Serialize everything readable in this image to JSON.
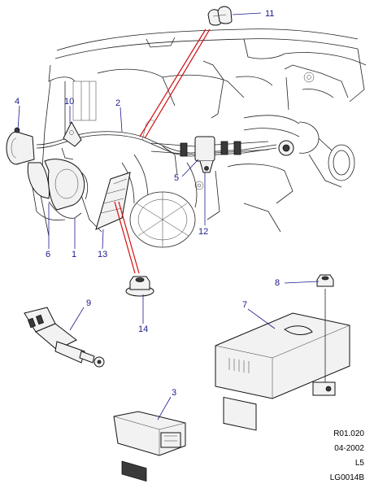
{
  "callouts": [
    {
      "id": "c1",
      "label": "1"
    },
    {
      "id": "c2",
      "label": "2"
    },
    {
      "id": "c3",
      "label": "3"
    },
    {
      "id": "c4",
      "label": "4"
    },
    {
      "id": "c5",
      "label": "5"
    },
    {
      "id": "c6",
      "label": "6"
    },
    {
      "id": "c7",
      "label": "7"
    },
    {
      "id": "c8",
      "label": "8"
    },
    {
      "id": "c9",
      "label": "9"
    },
    {
      "id": "c10",
      "label": "10"
    },
    {
      "id": "c11",
      "label": "11"
    },
    {
      "id": "c12",
      "label": "12"
    },
    {
      "id": "c13",
      "label": "13"
    },
    {
      "id": "c14",
      "label": "14"
    }
  ],
  "reference": {
    "code": "R01.020",
    "date": "04-2002",
    "model": "L5",
    "drawing": "LG0014B"
  },
  "colors": {
    "callout_text": "#1a1a8c",
    "highlight": "#d01010",
    "line": "#222222"
  }
}
